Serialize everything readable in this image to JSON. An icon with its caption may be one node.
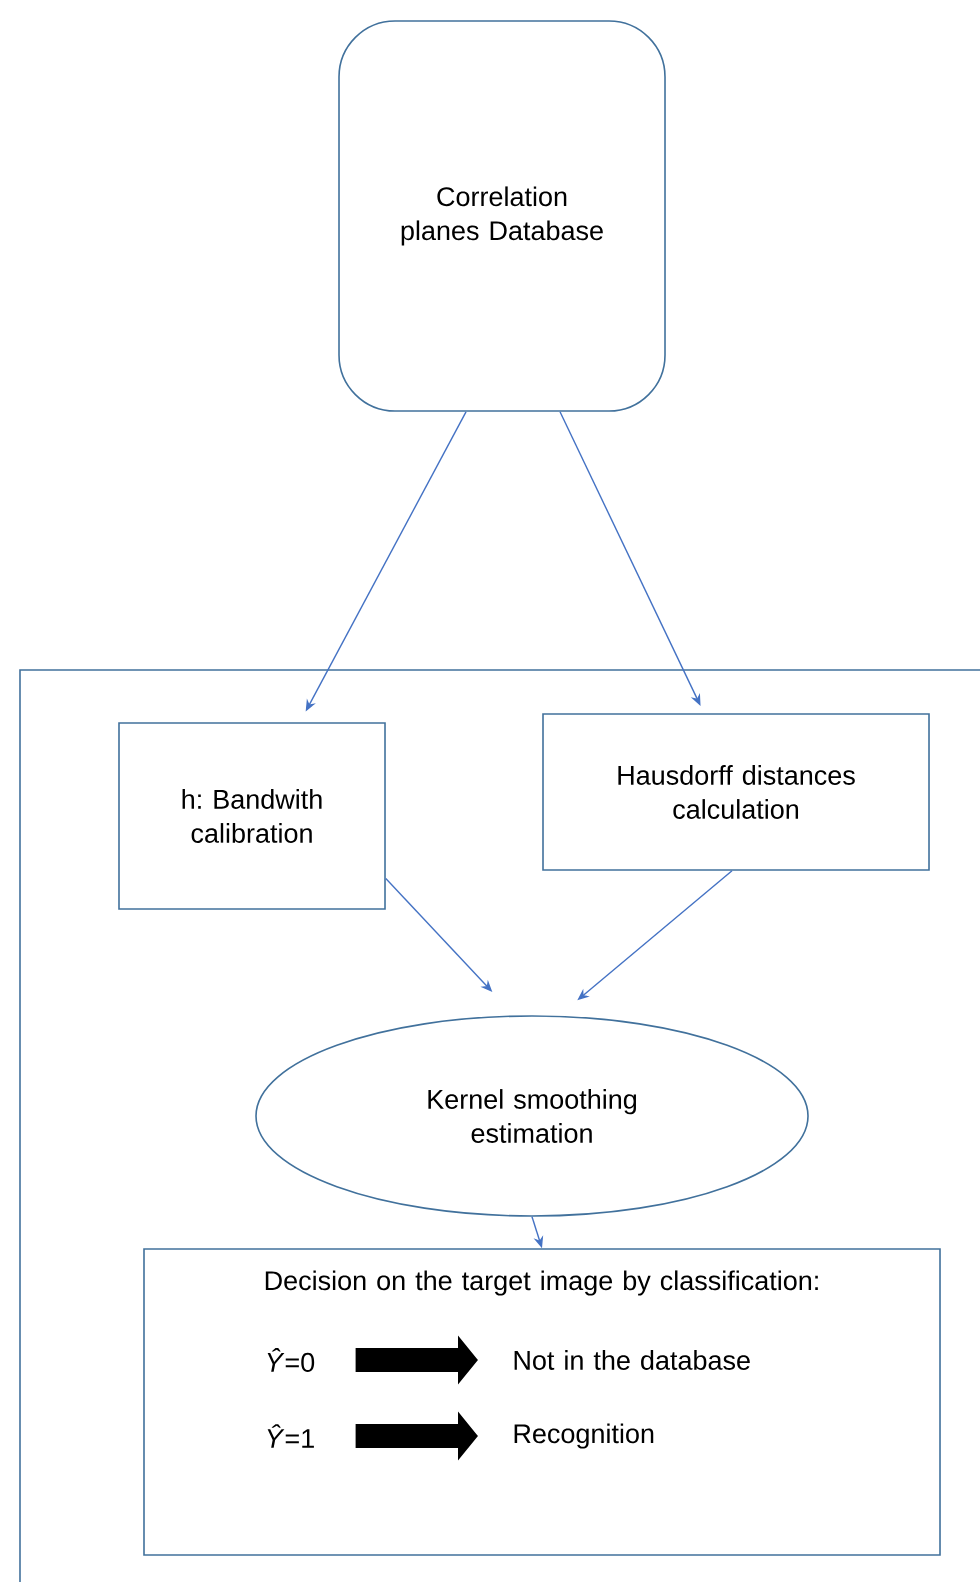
{
  "diagram": {
    "nodes": [
      {
        "text": [
          "Correlation planes Database"
        ]
      },
      {
        "text": [
          "h: Bandwith calibration"
        ]
      },
      {
        "text": [
          "Hausdorff distances calculation"
        ]
      },
      {
        "text": [
          "Kernel smoothing estimation"
        ]
      },
      {
        "text": [
          "Decision on the target image by classification:"
        ]
      },
      {
        "text": [
          "*Ŷ*=0"
        ],
        "in": 4
      },
      {
        "text": [
          "Not in the database"
        ],
        "in": 4
      },
      {
        "text": [
          "*Ŷ*=1"
        ],
        "in": 4
      },
      {
        "text": [
          "Recognition"
        ],
        "in": 4
      }
    ],
    "edges": [
      {
        "from": 0,
        "to": 1,
        "arrow": "to"
      },
      {
        "from": 0,
        "to": 2,
        "arrow": "to"
      },
      {
        "from": 1,
        "to": 3,
        "arrow": "to"
      },
      {
        "from": 2,
        "to": 3,
        "arrow": "to"
      },
      {
        "from": 3,
        "to": 4,
        "arrow": "to"
      },
      {
        "from": 5,
        "to": 6,
        "arrow": "to",
        "style": "thick",
        "color": "#000000"
      },
      {
        "from": 7,
        "to": 8,
        "arrow": "to",
        "style": "thick",
        "color": "#000000"
      }
    ]
  }
}
